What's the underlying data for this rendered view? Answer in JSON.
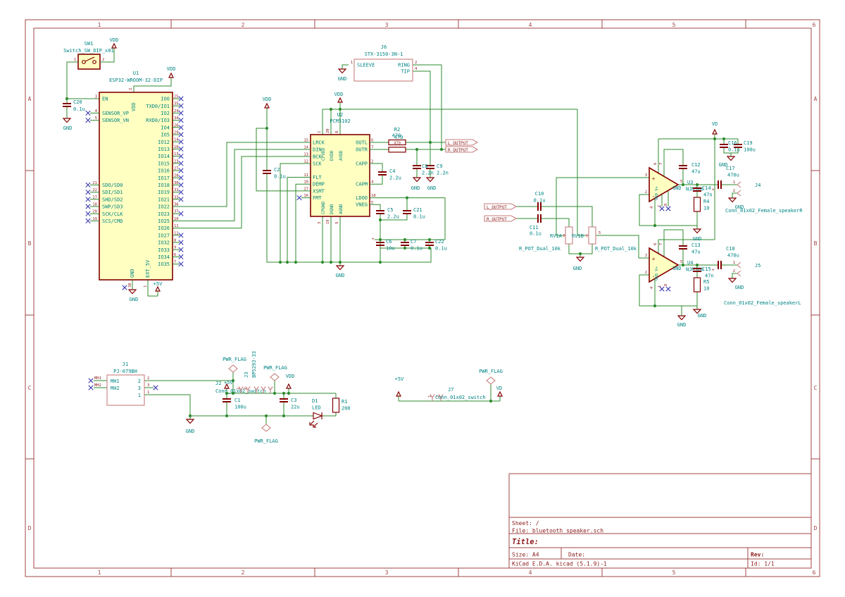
{
  "colors": {
    "wire": "#2E8B2E",
    "symbol": "#840000",
    "symbol_light": "#C87E7E",
    "field_text": "#008484",
    "body_fill": "#FFFFC2",
    "no_connect": "#3D3DB2",
    "frame": "#A04545"
  },
  "frame": {
    "cols": [
      "1",
      "2",
      "3",
      "4",
      "5",
      "6"
    ],
    "rows": [
      "A",
      "B",
      "C",
      "D"
    ],
    "title_block": {
      "sheet": "Sheet: /",
      "file": "File: bluetooth_speaker.sch",
      "title": "Title:",
      "size": "Size: A4",
      "date": "Date:",
      "rev": "Rev:",
      "kicad": "KiCad E.D.A.  kicad (5.1.9)-1",
      "id": "Id: 1/1"
    }
  },
  "nets": {
    "vdd": "VDD",
    "gnd": "GND",
    "p5v": "+5V",
    "vd": "VD",
    "pwr_flag": "PWR_FLAG",
    "l_output": "L_OUTPUT",
    "r_output": "R_OUTPUT"
  },
  "plus": "+",
  "sw1": {
    "ref": "SW1",
    "value": "Switch_SW_DIP_x01",
    "p1": "1",
    "p2": "2"
  },
  "c20": {
    "ref": "C20",
    "value": "0.1u"
  },
  "u1": {
    "ref": "U1",
    "value": "ESP32-WROOM-32-DIP",
    "top_num": "2",
    "top_name": "VDD",
    "bot": [
      [
        "38",
        "GND"
      ],
      [
        "1",
        "EXT_5V"
      ]
    ],
    "left": [
      [
        "3",
        "EN"
      ],
      [
        "4",
        "SENSOR_VP"
      ],
      [
        "5",
        "SENSOR_VN"
      ],
      [
        "21",
        "SDO/SD0"
      ],
      [
        "22",
        "SDI/SD1"
      ],
      [
        "17",
        "SHD/SD2"
      ],
      [
        "18",
        "SWP/SD3"
      ],
      [
        "20",
        "SCK/CLK"
      ],
      [
        "19",
        "SCS/CMD"
      ]
    ],
    "right": [
      [
        "25",
        "IO0"
      ],
      [
        "35",
        "TXD0/IO1"
      ],
      [
        "24",
        "IO2"
      ],
      [
        "34",
        "RXD0/IO3"
      ],
      [
        "26",
        "IO4"
      ],
      [
        "29",
        "IO5"
      ],
      [
        "14",
        "IO12"
      ],
      [
        "16",
        "IO13"
      ],
      [
        "13",
        "IO14"
      ],
      [
        "23",
        "IO15"
      ],
      [
        "27",
        "IO16"
      ],
      [
        "28",
        "IO17"
      ],
      [
        "30",
        "IO18"
      ],
      [
        "31",
        "IO19"
      ],
      [
        "33",
        "IO21"
      ],
      [
        "36",
        "IO22"
      ],
      [
        "37",
        "IO23"
      ],
      [
        "10",
        "IO25"
      ],
      [
        "11",
        "IO26"
      ],
      [
        "12",
        "IO27"
      ],
      [
        "8",
        "IO32"
      ],
      [
        "9",
        "IO33"
      ],
      [
        "6",
        "IO34"
      ],
      [
        "7",
        "IO35"
      ]
    ]
  },
  "j6": {
    "ref": "J6",
    "value": "STX-3150-3N-1",
    "p": [
      [
        "1",
        "SLEEVE"
      ],
      [
        "2",
        "RING"
      ],
      [
        "4",
        "TIP"
      ]
    ]
  },
  "u2": {
    "ref": "U2",
    "value": "PCM5102",
    "left": [
      [
        "15",
        "LRCK"
      ],
      [
        "14",
        "DIN"
      ],
      [
        "13",
        "BCK"
      ],
      [
        "12",
        "SCK"
      ],
      [
        "11",
        "FLT"
      ],
      [
        "10",
        "DEMP"
      ],
      [
        "17",
        "XSMT"
      ],
      [
        "16",
        "FMT"
      ]
    ],
    "right": [
      [
        "6",
        "OUTL"
      ],
      [
        "7",
        "OUTR"
      ],
      [
        "2",
        "CAPP"
      ],
      [
        "4",
        "CAPM"
      ],
      [
        "18",
        "LDOO"
      ],
      [
        "5",
        "VNEG"
      ]
    ],
    "top": [
      [
        "1",
        "CPVDD"
      ],
      [
        "20",
        "DVDD"
      ],
      [
        "8",
        "AVDD"
      ]
    ],
    "bottom": [
      [
        "3",
        "CPGND"
      ],
      [
        "19",
        "DGND"
      ],
      [
        "9",
        "AGND"
      ]
    ]
  },
  "r2": {
    "ref": "R2",
    "value": "470"
  },
  "c2": {
    "ref": "C2",
    "value": "0.1u"
  },
  "c4": {
    "ref": "C4",
    "value": "2.2u"
  },
  "c5": {
    "ref": "C5",
    "value": "2.2u"
  },
  "c21": {
    "ref": "C21",
    "value": "0.1u"
  },
  "c6": {
    "ref": "C6",
    "value": "10u"
  },
  "c7": {
    "ref": "C7",
    "value": "0.1u"
  },
  "c22": {
    "ref": "C22",
    "value": "0.1u"
  },
  "c8": {
    "ref": "C8",
    "value": "2.2n"
  },
  "c9": {
    "ref": "C9",
    "value": "2.2n"
  },
  "c10": {
    "ref": "C10",
    "value": "0.1u"
  },
  "c11": {
    "ref": "C11",
    "value": "0.1u"
  },
  "rv1a": {
    "ref": "RV1A",
    "value": "R_POT_Dual_10k"
  },
  "rv1b": {
    "ref": "RV1B",
    "value": "R_POT_Dual_10k",
    "p5": "5"
  },
  "u3": {
    "ref": "U3",
    "value": "NJM386"
  },
  "u4": {
    "ref": "U4",
    "value": "NJM386"
  },
  "amp": {
    "plus": "+",
    "minus": "-",
    "inner": "GND V+",
    "p": [
      "1",
      "2",
      "3",
      "4",
      "5",
      "6",
      "7",
      "8"
    ]
  },
  "c12": {
    "ref": "C12",
    "value": "47u"
  },
  "c13": {
    "ref": "C13",
    "value": "47u"
  },
  "c14": {
    "ref": "C14",
    "value": "47n"
  },
  "c15": {
    "ref": "C15",
    "value": "47n"
  },
  "c16": {
    "ref": "C16",
    "value": "0.1u"
  },
  "c19": {
    "ref": "C19",
    "value": "100u"
  },
  "c17": {
    "ref": "C17",
    "value": "470u"
  },
  "c18": {
    "ref": "C18",
    "value": "470u"
  },
  "r4": {
    "ref": "R4",
    "value": "10"
  },
  "r5": {
    "ref": "R5",
    "value": "10"
  },
  "j4": {
    "ref": "J4",
    "value": "Conn_01x02_Female_speakerR",
    "p1": "1",
    "p2": "2"
  },
  "j5": {
    "ref": "J5",
    "value": "Conn_01x02_Female_speakerL",
    "p1": "1",
    "p2": "2"
  },
  "j1": {
    "ref": "J1",
    "value": "PJ-079BH",
    "mh1": "MH1",
    "mh2": "MH2",
    "p1": "1",
    "p2": "2",
    "p3": "3"
  },
  "j2": {
    "ref": "J2",
    "value": "Conn_01x02_switch",
    "p1": "1",
    "p2": "2"
  },
  "j3": {
    "ref": "J3",
    "value": "BP5293-33"
  },
  "j7": {
    "ref": "J7",
    "value": "Conn_01x02_switch",
    "p1": "1",
    "p2": "2"
  },
  "c1": {
    "ref": "C1",
    "value": "100u"
  },
  "c3": {
    "ref": "C3",
    "value": "22u"
  },
  "d1": {
    "ref": "D1",
    "value": "LED"
  },
  "r1": {
    "ref": "R1",
    "value": "200"
  }
}
